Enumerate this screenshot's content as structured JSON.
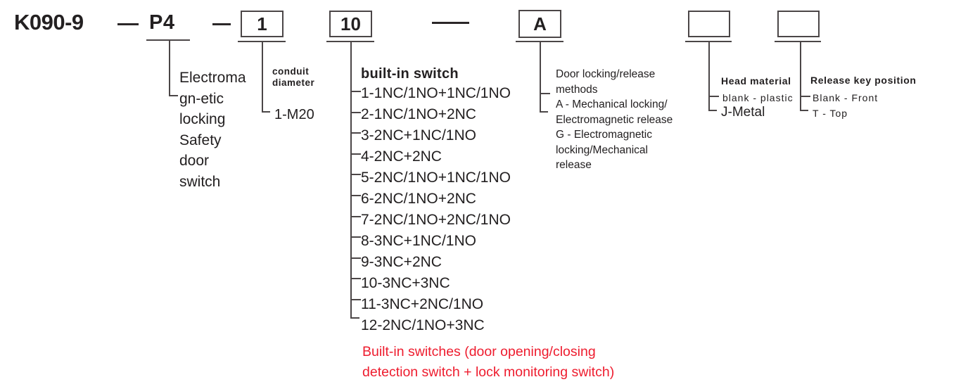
{
  "code": {
    "base": "K090-9",
    "separator": "—",
    "type": "P4",
    "conduit_value": "1",
    "switch_value": "10",
    "locking_value": "A",
    "head_material_value": "",
    "release_key_value": ""
  },
  "callouts": {
    "product": {
      "lines": [
        "Electroma",
        "gn-etic",
        "locking",
        "Safety",
        "door",
        "switch"
      ]
    },
    "conduit": {
      "title_lines": [
        "conduit",
        "diameter"
      ],
      "options": [
        "1-M20"
      ]
    },
    "builtin_switch": {
      "title": "built-in switch",
      "options": [
        "1-1NC/1NO+1NC/1NO",
        "2-1NC/1NO+2NC",
        "3-2NC+1NC/1NO",
        "4-2NC+2NC",
        "5-2NC/1NO+1NC/1NO",
        "6-2NC/1NO+2NC",
        "7-2NC/1NO+2NC/1NO",
        "8-3NC+1NC/1NO",
        "9-3NC+2NC",
        "10-3NC+3NC",
        "11-3NC+2NC/1NO",
        "12-2NC/1NO+3NC"
      ],
      "note_lines": [
        "Built-in switches (door opening/closing",
        "detection switch + lock monitoring switch)"
      ]
    },
    "locking_release": {
      "lines": [
        "Door locking/release",
        "methods",
        "A - Mechanical locking/",
        "Electromagnetic release",
        "G - Electromagnetic",
        "locking/Mechanical",
        "release"
      ]
    },
    "head_material": {
      "title": "Head material",
      "options": [
        "blank - plastic",
        "J-Metal"
      ]
    },
    "release_key": {
      "title": "Release key position",
      "options": [
        "Blank - Front",
        "T - Top"
      ]
    }
  },
  "colors": {
    "note_red": "#ee1c2e",
    "line_gray": "#4b4647",
    "text": "#232021"
  }
}
